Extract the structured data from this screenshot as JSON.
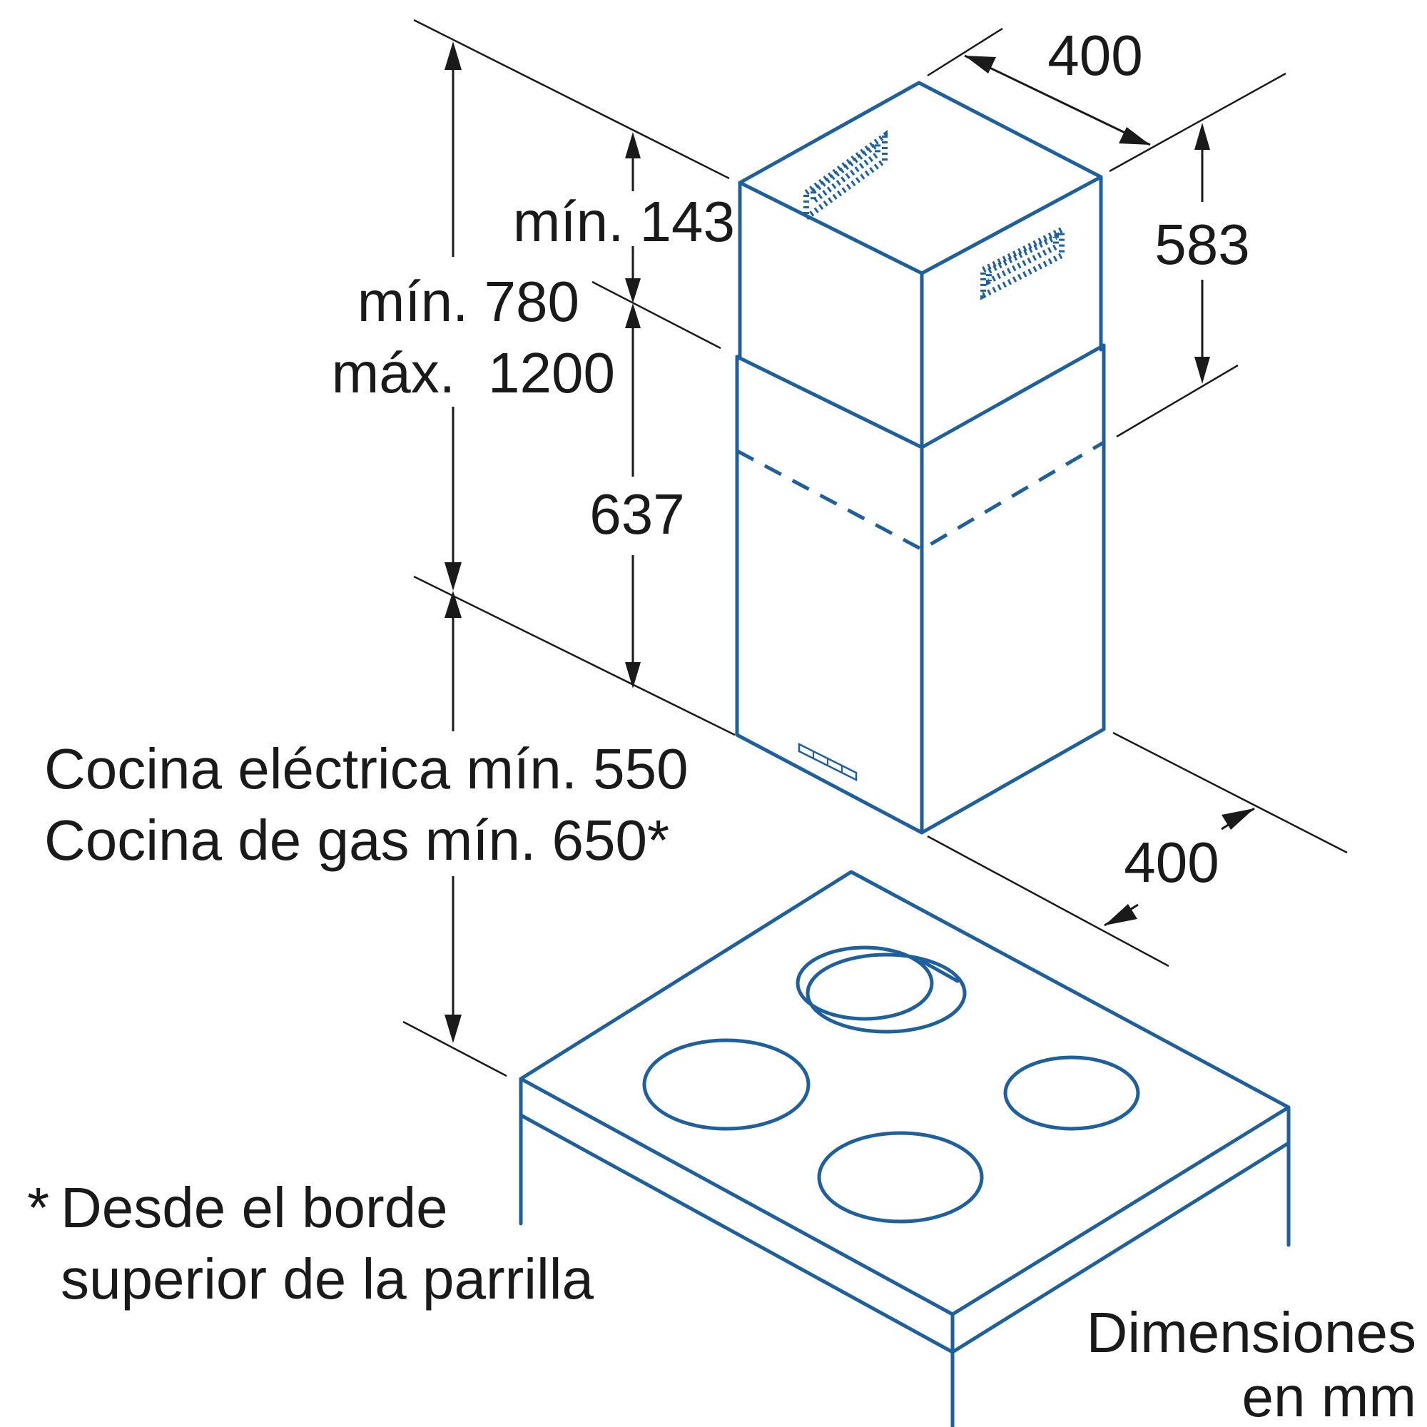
{
  "dimensions": {
    "width_top": "400",
    "width_bottom": "400",
    "upper_chimney_height": "583",
    "lower_chimney_height": "637",
    "overlap_min": "mín. 143",
    "chimney_min": "mín. 780",
    "chimney_max_prefix": "máx.",
    "chimney_max_value": "1200"
  },
  "clearance": {
    "electric": "Cocina eléctrica mín. 550",
    "gas": "Cocina de gas mín. 650*"
  },
  "footnote": {
    "marker": "*",
    "line1": "Desde el borde",
    "line2": "superior de la parrilla"
  },
  "units": {
    "line1": "Dimensiones",
    "line2": "en mm"
  },
  "colors": {
    "outline": "#1e5f9e",
    "text": "#1a1a1a"
  }
}
